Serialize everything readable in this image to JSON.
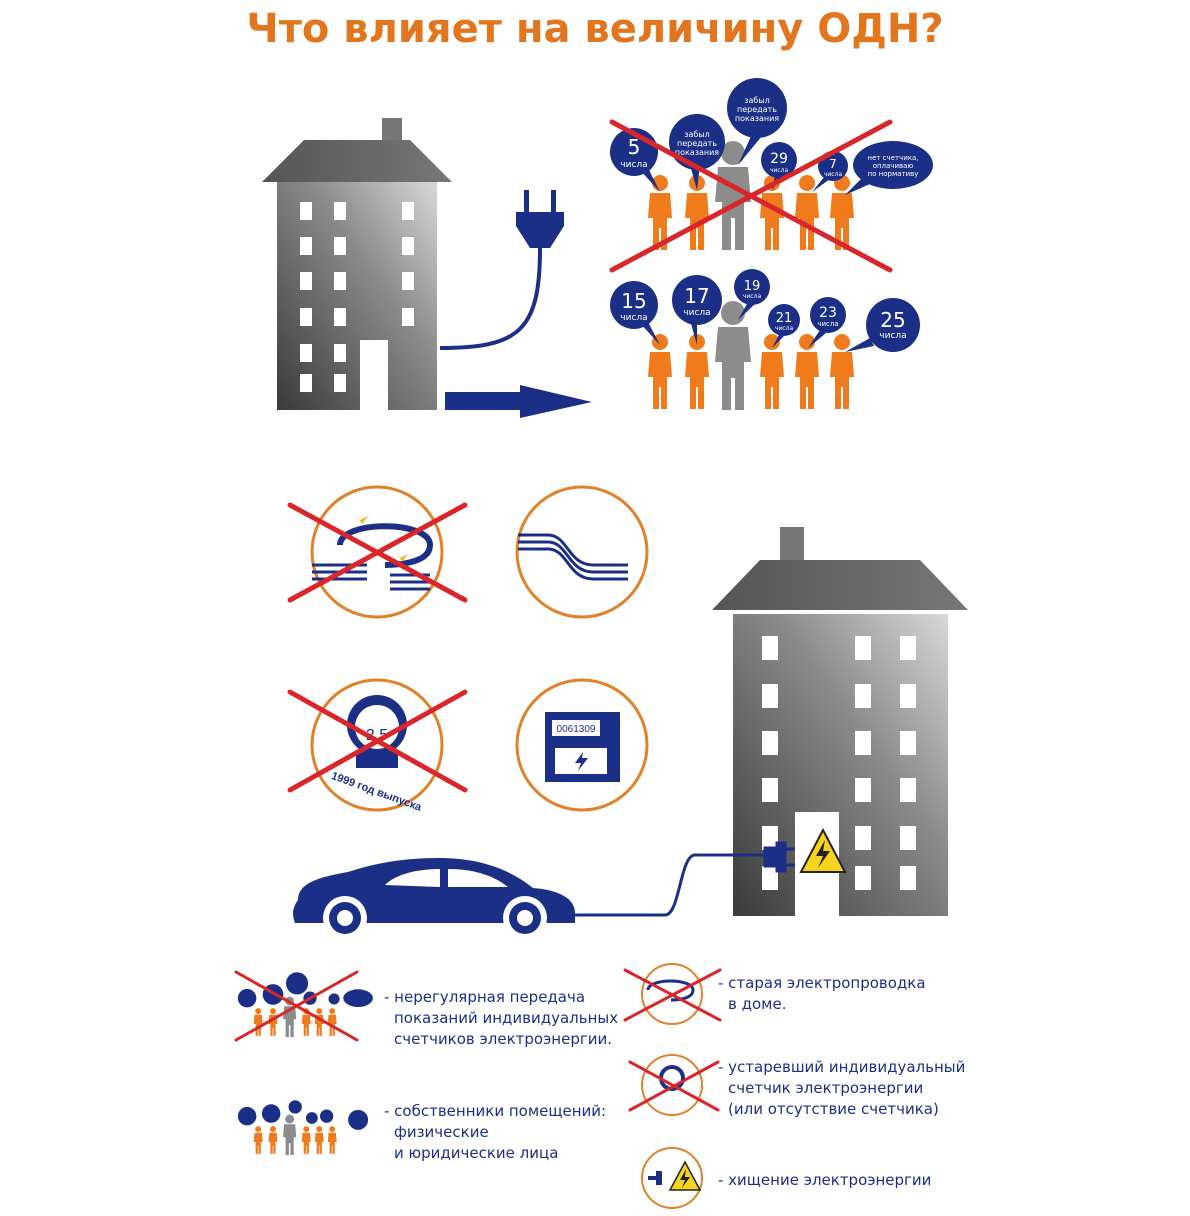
{
  "title": "Что влияет на величину ОДН?",
  "colors": {
    "title": "#e2761f",
    "blue": "#1c2f86",
    "orange": "#ef7b1c",
    "gray": "#8c8c8c",
    "red": "#d8262b"
  },
  "irregular_group": {
    "bubbles": [
      {
        "big": "5",
        "small": "числа"
      },
      {
        "text": [
          "забыл",
          "передать",
          "показания"
        ]
      },
      {
        "text": [
          "забыл",
          "передать",
          "показания"
        ]
      },
      {
        "big": "29",
        "small": "числа"
      },
      {
        "big": "7",
        "small": "числа"
      },
      {
        "text": [
          "нет счетчика,",
          "оплачиваю",
          "по нормативу"
        ]
      }
    ]
  },
  "regular_group": {
    "bubbles": [
      {
        "big": "15",
        "small": "числа"
      },
      {
        "big": "17",
        "small": "числа"
      },
      {
        "big": "19",
        "small": "числа"
      },
      {
        "big": "21",
        "small": "числа"
      },
      {
        "big": "23",
        "small": "числа"
      },
      {
        "big": "25",
        "small": "числа"
      }
    ]
  },
  "meter": {
    "reading": "0061309",
    "old_label": "1999 год выпуска",
    "old_value": "2,5"
  },
  "legend": {
    "irregular": [
      "- нерегулярная передача",
      "показаний индивидуальных",
      "счетчиков электроэнергии."
    ],
    "owners": [
      "- собственники помещений:",
      "физические",
      "и юридические лица"
    ],
    "wiring": [
      "- старая электропроводка",
      "в доме."
    ],
    "old_meter": [
      "- устаревший индивидуальный",
      "счетчик электроэнергии",
      "(или отсутствие счетчика)"
    ],
    "theft": [
      "- хищение электроэнергии"
    ]
  }
}
